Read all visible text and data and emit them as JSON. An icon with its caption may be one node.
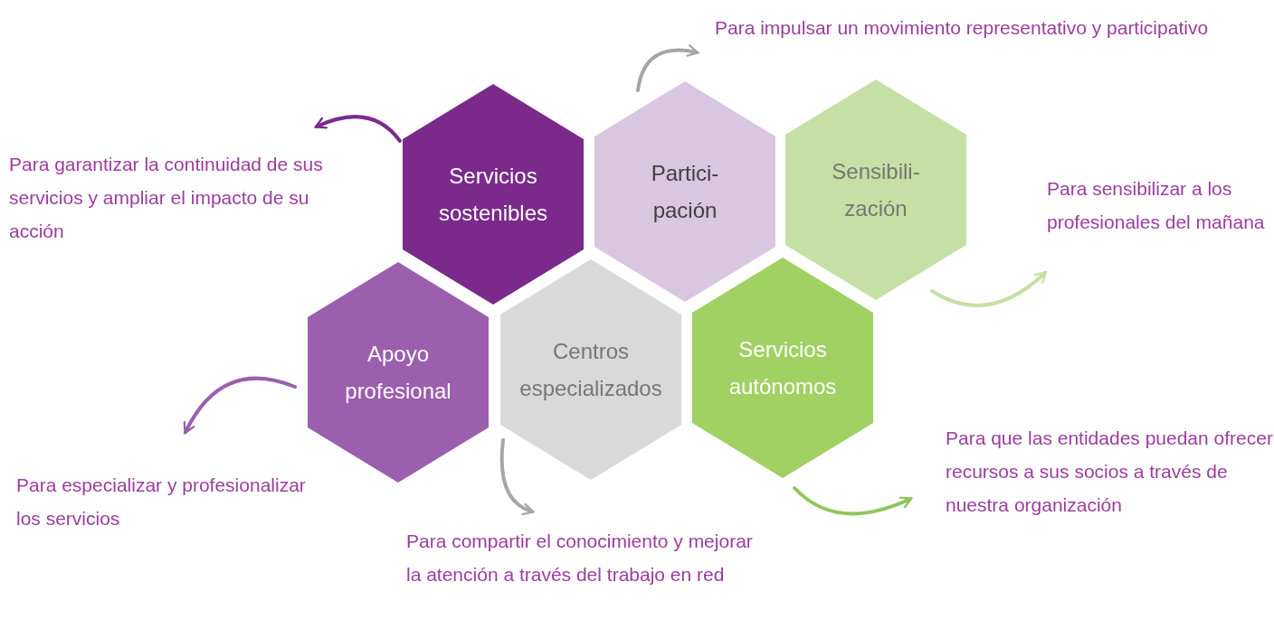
{
  "diagram": {
    "nodes": [
      {
        "text": [
          "Servicios sostenibles"
        ]
      },
      {
        "text": [
          "Partici- pación"
        ]
      },
      {
        "text": [
          "Sensibili- zación"
        ]
      },
      {
        "text": [
          "Apoyo profesional"
        ]
      },
      {
        "text": [
          "Centros especializados"
        ]
      },
      {
        "text": [
          "Servicios autónomos"
        ]
      },
      {
        "text": [
          "Para garantizar la continuidad de sus servicios y ampliar el impacto de su acción"
        ]
      },
      {
        "text": [
          "Para impulsar un movimiento representativo y participativo"
        ]
      },
      {
        "text": [
          "Para sensibilizar a los profesionales del mañana"
        ]
      },
      {
        "text": [
          "Para que las entidades puedan ofrecer recursos a sus socios a través de nuestra organización"
        ]
      },
      {
        "text": [
          "Para especializar y profesionalizar los servicios"
        ]
      },
      {
        "text": [
          "Para compartir el conocimiento y mejorar la atención a través del trabajo en red"
        ]
      }
    ],
    "edges": [
      {
        "from": 0,
        "to": 6,
        "arrow": "to",
        "color": "#7b2a8c"
      },
      {
        "from": 1,
        "to": 7,
        "arrow": "to",
        "color": "#a6a6a6"
      },
      {
        "from": 2,
        "to": 8,
        "arrow": "to",
        "color": "#c5e0a4"
      },
      {
        "from": 3,
        "to": 10,
        "arrow": "to",
        "color": "#9b5fae"
      },
      {
        "from": 4,
        "to": 11,
        "arrow": "to",
        "color": "#a6a6a6"
      },
      {
        "from": 5,
        "to": 9,
        "arrow": "to",
        "color": "#8fc65a"
      }
    ]
  }
}
